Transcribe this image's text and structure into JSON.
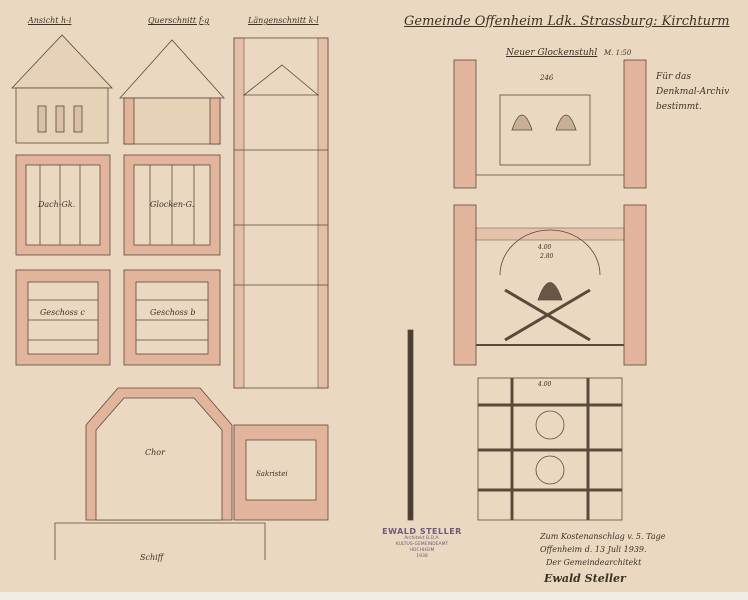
{
  "title": "Gemeinde Offenheim Ldk. Strassburg: Kirchturm",
  "views": {
    "ansicht": "Ansicht h-i",
    "querschnitt": "Querschnitt f-g",
    "laengsschnitt": "Längenschnitt k-l",
    "dach": "Dach-Gk.",
    "glocken": "Glocken-G.",
    "geschoss_c": "Geschoss c",
    "geschoss_b": "Geschoss b",
    "chor": "Chor",
    "sakristei": "Sakristei",
    "schiff": "Schiff"
  },
  "glockenstuhl": {
    "title": "Neuer Glockenstuhl",
    "scale": "M. 1:50",
    "dim_top": "246",
    "dim_width": "4.00",
    "dim_inner": "2.80",
    "dim_plan": "4.00"
  },
  "side_note": "Für das Denkmal-Archiv bestimmt.",
  "signature_block": {
    "line1": "Zum Kostenanschlag v. 5. Tage",
    "line2": "Offenheim d. 13 Juli 1939.",
    "line3": "Der Gemeindearchitekt",
    "signature": "Ewald Steller"
  },
  "stamp": {
    "name": "EWALD STELLER",
    "line1": "Architekt B.D.A.",
    "line2": "KULTUS-GEMEINDEAMT",
    "line3": "HOCHHEIM",
    "line4": "1938"
  },
  "colors": {
    "paper": "#ead9c0",
    "brick": "#e2b49c",
    "ink": "#3b3128"
  }
}
